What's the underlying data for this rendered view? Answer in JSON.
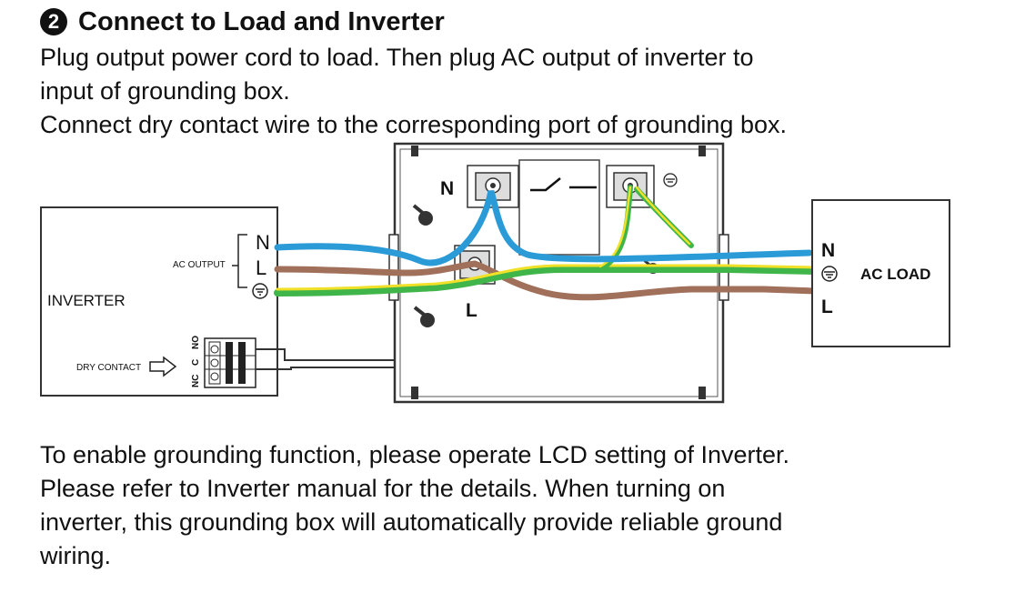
{
  "header": {
    "step_badge": "2",
    "title": "Connect to Load and Inverter"
  },
  "intro": {
    "line1": "Plug output power cord to load. Then plug AC output of inverter to",
    "line2": "input of grounding box.",
    "line3": "Connect dry contact wire to the corresponding port of grounding box."
  },
  "diagram": {
    "inverter_label": "INVERTER",
    "ac_output_label": "AC OUTPUT",
    "dry_contact_label": "DRY CONTACT",
    "relay_pins": [
      "NO",
      "C",
      "NC"
    ],
    "terminal_n": "N",
    "terminal_l": "L",
    "load_label": "AC LOAD",
    "ground_symbol": "⏚",
    "colors": {
      "neutral_wire": "#2b9bd8",
      "line_wire": "#a0705a",
      "ground_green": "#3fb54a",
      "ground_yellow": "#f0e028"
    }
  },
  "footer": {
    "line1": "To enable grounding function, please operate LCD setting of Inverter.",
    "line2": "Please refer to Inverter manual for the details. When turning on",
    "line3": "inverter, this grounding box will automatically provide reliable ground",
    "line4": "wiring."
  }
}
